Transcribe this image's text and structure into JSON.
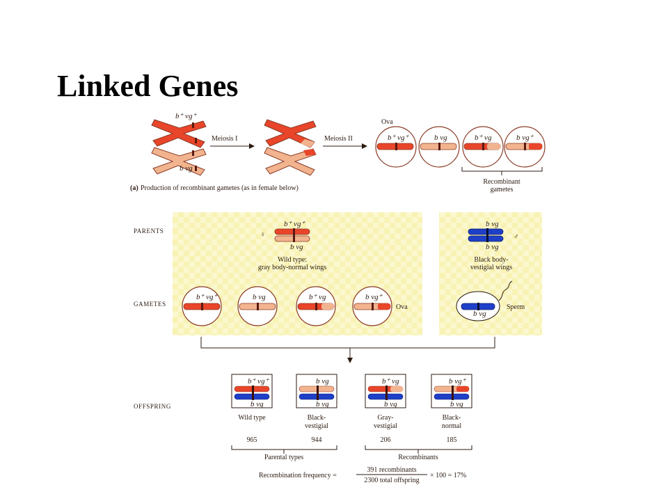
{
  "title": "Linked Genes",
  "panel_a": {
    "alleles_dominant": "b⁺ vg⁺",
    "alleles_recessive": "b vg",
    "meiosis1": "Meiosis I",
    "meiosis2": "Meiosis II",
    "ova": "Ova",
    "ova_labels": [
      "b⁺ vg⁺",
      "b vg",
      "b⁺ vg",
      "b vg⁺"
    ],
    "recombinant_line1": "Recombinant",
    "recombinant_line2": "gametes",
    "caption_letter": "(a)",
    "caption": "Production of recombinant gametes (as in female below)"
  },
  "rows": {
    "parents": "PARENTS",
    "gametes": "GAMETES",
    "offspring": "OFFSPRING"
  },
  "female": {
    "symbol": "♀",
    "top_alleles": "b⁺ vg⁺",
    "bottom_alleles": "b vg",
    "line1": "Wild type:",
    "line2": "gray body-normal wings"
  },
  "male": {
    "symbol": "♂",
    "top_alleles": "b vg",
    "bottom_alleles": "b vg",
    "line1": "Black body-",
    "line2": "vestigial wings"
  },
  "gametes": {
    "ova_labels": [
      "b⁺ vg⁺",
      "b vg",
      "b⁺ vg",
      "b vg⁺"
    ],
    "ova": "Ova",
    "sperm_label": "b vg",
    "sperm": "Sperm"
  },
  "offspring": [
    {
      "top": "b⁺ vg⁺",
      "bottom": "b vg",
      "line1": "Wild type",
      "line2": "",
      "count": "965"
    },
    {
      "top": "b vg",
      "bottom": "b vg",
      "line1": "Black-",
      "line2": "vestigial",
      "count": "944"
    },
    {
      "top": "b⁺ vg",
      "bottom": "b vg",
      "line1": "Gray-",
      "line2": "vestigial",
      "count": "206"
    },
    {
      "top": "b vg⁺",
      "bottom": "b vg",
      "line1": "Black-",
      "line2": "normal",
      "count": "185"
    }
  ],
  "groups": {
    "parental": "Parental types",
    "recombinants": "Recombinants"
  },
  "formula": {
    "label": "Recombination frequency =",
    "numerator": "391 recombinants",
    "denominator": "2300 total offspring",
    "suffix": "× 100 = 17%"
  },
  "colors": {
    "red": "#e8452a",
    "peach": "#f2b48f",
    "blue": "#1e3fc8",
    "outline": "#8a3a25",
    "panel_bg": "#fbf7c8"
  }
}
